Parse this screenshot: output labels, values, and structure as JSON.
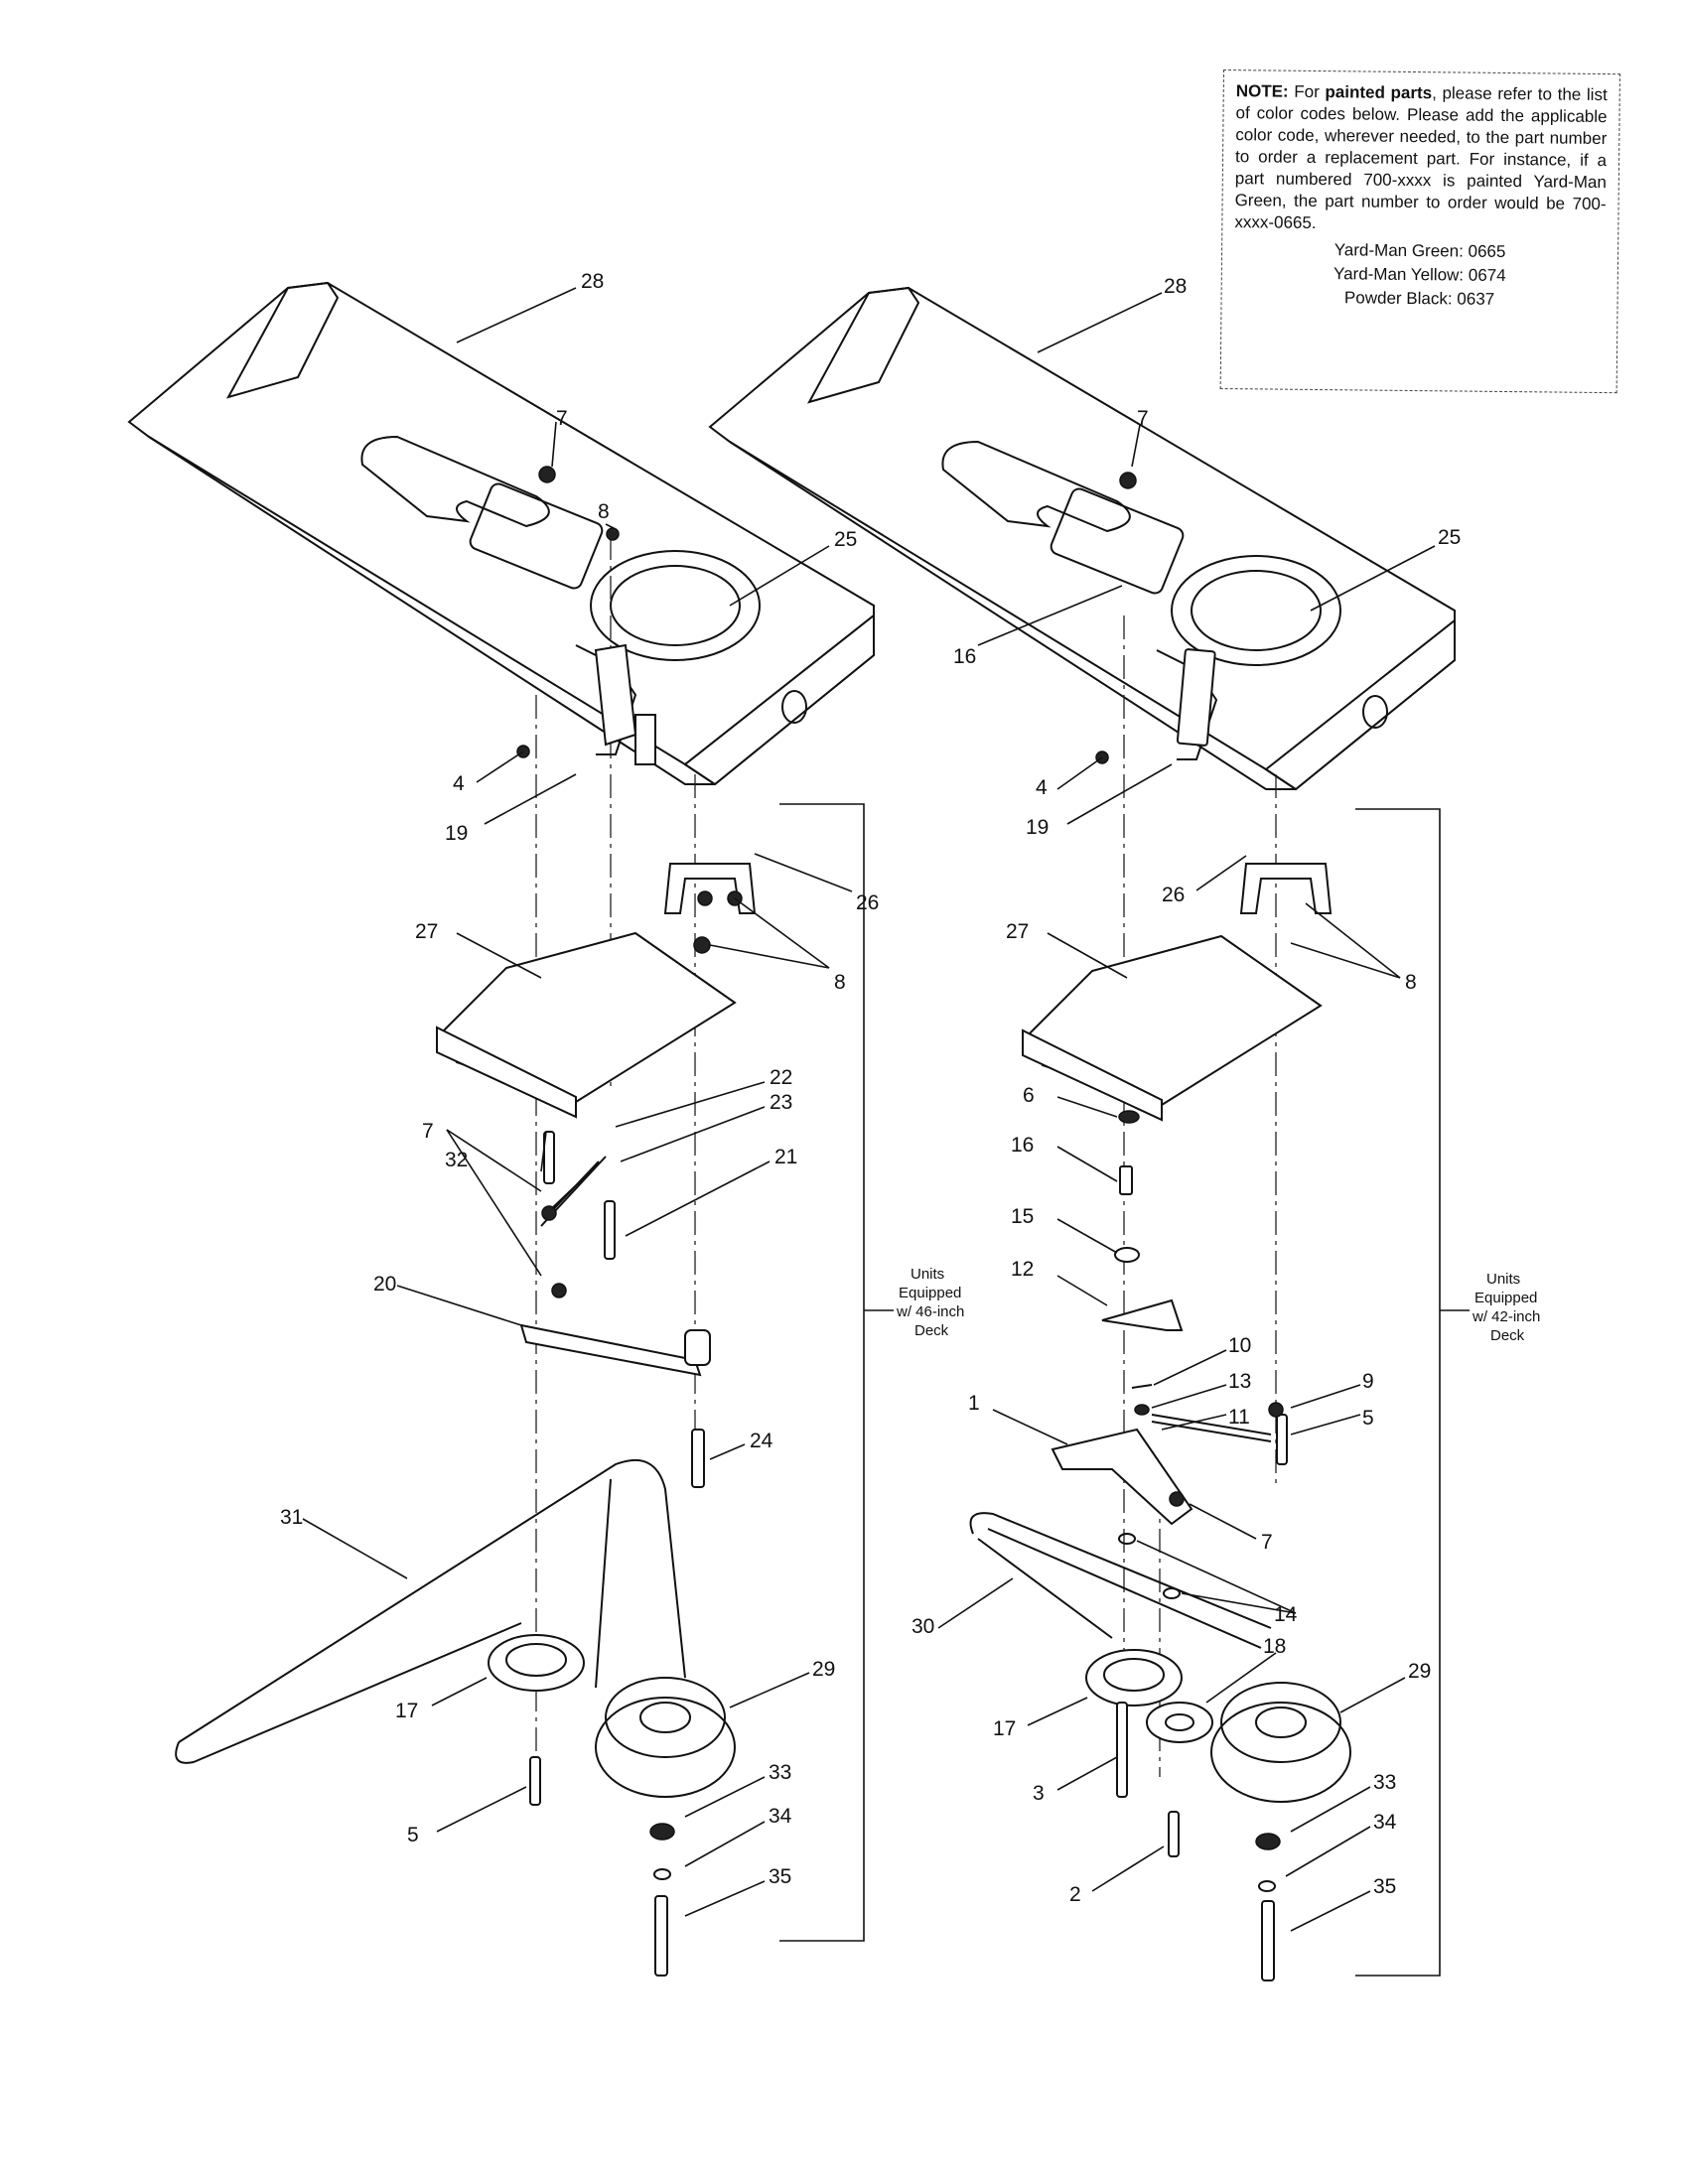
{
  "note": {
    "lead": "NOTE:",
    "text_a": " For ",
    "bold": "painted parts",
    "text_b": ", please refer to the list of color codes below. Please add the applicable color code, wherever needed, to the part number to order a replacement part. For instance, if a part numbered 700-xxxx is painted Yard-Man Green, the part number to order would be 700-xxxx-0665.",
    "codes": [
      "Yard-Man Green: 0665",
      "Yard-Man Yellow: 0674",
      "Powder Black: 0637"
    ]
  },
  "left_assembly": {
    "group_label": [
      "Units",
      "Equipped",
      "w/ 46-inch",
      "Deck"
    ],
    "labels": [
      "28",
      "7",
      "8",
      "25",
      "4",
      "19",
      "26",
      "8",
      "27",
      "22",
      "23",
      "32",
      "7",
      "21",
      "20",
      "24",
      "31",
      "29",
      "17",
      "33",
      "5",
      "34",
      "35"
    ]
  },
  "right_assembly": {
    "group_label": [
      "Units",
      "Equipped",
      "w/ 42-inch",
      "Deck"
    ],
    "labels": [
      "28",
      "7",
      "25",
      "16",
      "4",
      "19",
      "26",
      "8",
      "27",
      "6",
      "16",
      "15",
      "12",
      "10",
      "13",
      "9",
      "11",
      "5",
      "1",
      "7",
      "14",
      "30",
      "18",
      "29",
      "17",
      "3",
      "33",
      "34",
      "2",
      "35"
    ]
  },
  "colors": {
    "ink": "#111111",
    "paper": "#ffffff"
  }
}
